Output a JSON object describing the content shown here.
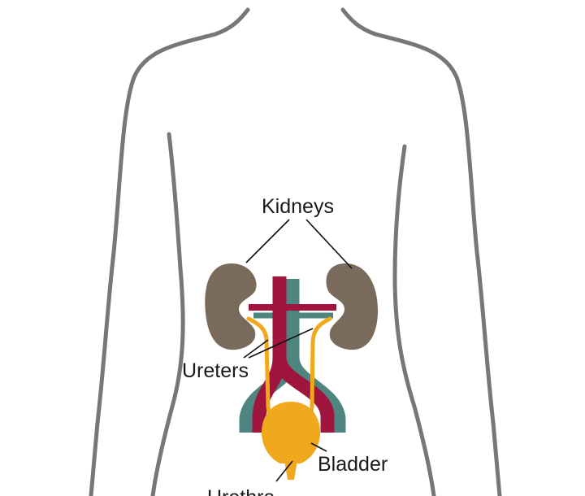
{
  "labels": {
    "kidneys": "Kidneys",
    "ureters": "Ureters",
    "bladder": "Bladder",
    "urethra": "Urethra"
  },
  "colors": {
    "body_outline": "#777777",
    "kidney": "#7a6a5c",
    "artery": "#a0153e",
    "vein": "#4f8580",
    "urinary": "#f0a81c",
    "leader_line": "#111111"
  }
}
